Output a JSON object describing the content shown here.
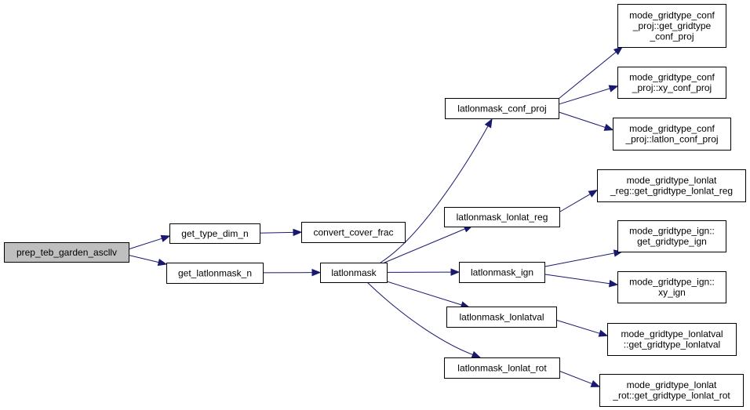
{
  "diagram": {
    "type": "call-graph",
    "colors": {
      "edge": "#191970",
      "root_fill": "#bfbfbf",
      "node_fill": "#ffffff",
      "node_border": "#000000"
    },
    "nodes": [
      {
        "id": "root",
        "lines": [
          "prep_teb_garden_ascllv"
        ],
        "root": true
      },
      {
        "id": "get_type_dim_n",
        "lines": [
          "get_type_dim_n"
        ]
      },
      {
        "id": "get_latlonmask_n",
        "lines": [
          "get_latlonmask_n"
        ]
      },
      {
        "id": "convert_cover_frac",
        "lines": [
          "convert_cover_frac"
        ]
      },
      {
        "id": "latlonmask",
        "lines": [
          "latlonmask"
        ]
      },
      {
        "id": "latlonmask_conf_proj",
        "lines": [
          "latlonmask_conf_proj"
        ]
      },
      {
        "id": "latlonmask_lonlat_reg",
        "lines": [
          "latlonmask_lonlat_reg"
        ]
      },
      {
        "id": "latlonmask_ign",
        "lines": [
          "latlonmask_ign"
        ]
      },
      {
        "id": "latlonmask_lonlatval",
        "lines": [
          "latlonmask_lonlatval"
        ]
      },
      {
        "id": "latlonmask_lonlat_rot",
        "lines": [
          "latlonmask_lonlat_rot"
        ]
      },
      {
        "id": "get_gridtype_conf_proj",
        "lines": [
          "mode_gridtype_conf",
          "_proj::get_gridtype",
          "_conf_proj"
        ]
      },
      {
        "id": "xy_conf_proj",
        "lines": [
          "mode_gridtype_conf",
          "_proj::xy_conf_proj"
        ]
      },
      {
        "id": "latlon_conf_proj",
        "lines": [
          "mode_gridtype_conf",
          "_proj::latlon_conf_proj"
        ]
      },
      {
        "id": "get_gridtype_lonlat_reg",
        "lines": [
          "mode_gridtype_lonlat",
          "_reg::get_gridtype_lonlat_reg"
        ]
      },
      {
        "id": "get_gridtype_ign",
        "lines": [
          "mode_gridtype_ign::",
          "get_gridtype_ign"
        ]
      },
      {
        "id": "xy_ign",
        "lines": [
          "mode_gridtype_ign::",
          "xy_ign"
        ]
      },
      {
        "id": "get_gridtype_lonlatval",
        "lines": [
          "mode_gridtype_lonlatval",
          "::get_gridtype_lonlatval"
        ]
      },
      {
        "id": "get_gridtype_lonlat_rot",
        "lines": [
          "mode_gridtype_lonlat",
          "_rot::get_gridtype_lonlat_rot"
        ]
      }
    ],
    "edges": [
      {
        "from": "root",
        "to": "get_type_dim_n"
      },
      {
        "from": "root",
        "to": "get_latlonmask_n"
      },
      {
        "from": "get_type_dim_n",
        "to": "convert_cover_frac"
      },
      {
        "from": "get_latlonmask_n",
        "to": "latlonmask"
      },
      {
        "from": "latlonmask",
        "to": "latlonmask_conf_proj"
      },
      {
        "from": "latlonmask",
        "to": "latlonmask_lonlat_reg"
      },
      {
        "from": "latlonmask",
        "to": "latlonmask_ign"
      },
      {
        "from": "latlonmask",
        "to": "latlonmask_lonlatval"
      },
      {
        "from": "latlonmask",
        "to": "latlonmask_lonlat_rot"
      },
      {
        "from": "latlonmask_conf_proj",
        "to": "get_gridtype_conf_proj"
      },
      {
        "from": "latlonmask_conf_proj",
        "to": "xy_conf_proj"
      },
      {
        "from": "latlonmask_conf_proj",
        "to": "latlon_conf_proj"
      },
      {
        "from": "latlonmask_lonlat_reg",
        "to": "get_gridtype_lonlat_reg"
      },
      {
        "from": "latlonmask_ign",
        "to": "get_gridtype_ign"
      },
      {
        "from": "latlonmask_ign",
        "to": "xy_ign"
      },
      {
        "from": "latlonmask_lonlatval",
        "to": "get_gridtype_lonlatval"
      },
      {
        "from": "latlonmask_lonlat_rot",
        "to": "get_gridtype_lonlat_rot"
      }
    ]
  }
}
